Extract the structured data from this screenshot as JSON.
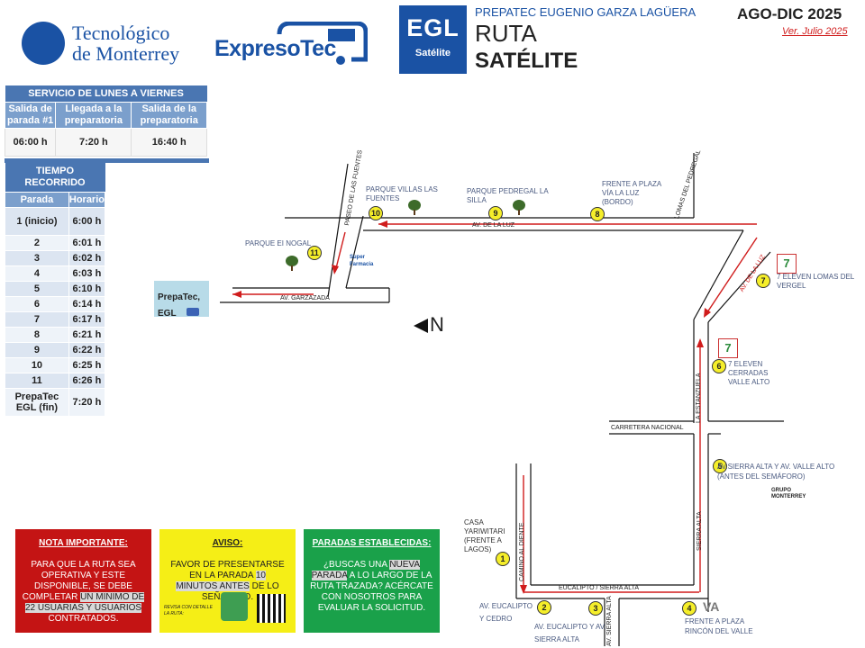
{
  "header": {
    "tec_logo_text": [
      "Tecnológico",
      "de Monterrey"
    ],
    "expreso_logo_text": "ExpresoTec",
    "egl_badge": "EGL",
    "egl_badge_sub": "Satélite",
    "campus": "PREPATEC EUGENIO GARZA LAGÜERA",
    "ruta_label": "RUTA",
    "route_name": "SATÉLITE",
    "period": "AGO-DIC 2025",
    "version": "Ver. Julio 2025"
  },
  "schedule": {
    "title": "SERVICIO DE LUNES A VIERNES",
    "columns": [
      "Salida de parada #1",
      "Llegada a la preparatoria",
      "Salida de la preparatoria"
    ],
    "values": [
      "06:00 h",
      "7:20 h",
      "16:40 h"
    ]
  },
  "times": {
    "title": "TIEMPO RECORRIDO",
    "col_stop": "Parada",
    "col_time": "Horario",
    "rows": [
      {
        "stop": "1 (inicio)",
        "time": "6:00 h"
      },
      {
        "stop": "2",
        "time": "6:01 h"
      },
      {
        "stop": "3",
        "time": "6:02 h"
      },
      {
        "stop": "4",
        "time": "6:03 h"
      },
      {
        "stop": "5",
        "time": "6:10 h"
      },
      {
        "stop": "6",
        "time": "6:14 h"
      },
      {
        "stop": "7",
        "time": "6:17 h"
      },
      {
        "stop": "8",
        "time": "6:21 h"
      },
      {
        "stop": "9",
        "time": "6:22 h"
      },
      {
        "stop": "10",
        "time": "6:25 h"
      },
      {
        "stop": "11",
        "time": "6:26 h"
      },
      {
        "stop": "PrepaTec EGL (fin)",
        "time": "7:20 h"
      }
    ]
  },
  "map": {
    "prepatec_label": "PrepaTec, EGL",
    "north": "N",
    "streets": {
      "paseo_fuentes": "PASEO DE LAS FUENTES",
      "lomas_pedregal": "LOMAS DEL PEDREGAL",
      "av_luz": "AV. DE LA LUZ",
      "av_garzazada": "AV. GARZAZADA",
      "av_la_luz_diag": "AV. DE LA LUZ",
      "la_estanzuela": "LA ESTANZUELA",
      "carretera_nacional": "CARRETERA NACIONAL",
      "sierra_alta": "SIERRA ALTA",
      "camino_diente": "CAMINO AL DIENTE",
      "eucalipto_sierra": "EUCALIPTO / SIERRA ALTA",
      "av_sierra_alta_v": "AV. SIERRA ALTA"
    },
    "stops": [
      {
        "num": "1",
        "label": "CASA YARIWITARI (FRENTE A LAGOS)"
      },
      {
        "num": "2",
        "label": "AV. EUCALIPTO Y CEDRO"
      },
      {
        "num": "3",
        "label": "AV. EUCALIPTO Y AV. SIERRA ALTA"
      },
      {
        "num": "4",
        "label": "FRENTE A PLAZA RINCÓN DEL VALLE"
      },
      {
        "num": "5",
        "label": "AV.SIERRA ALTA Y AV. VALLE ALTO (ANTES DEL SEMÁFORO)"
      },
      {
        "num": "6",
        "label": "7 ELEVEN CERRADAS VALLE ALTO"
      },
      {
        "num": "7",
        "label": "7 ELEVEN LOMAS DEL VERGEL"
      },
      {
        "num": "8",
        "label": "FRENTE A PLAZA VÍA LA LUZ (BORDO)"
      },
      {
        "num": "9",
        "label": "PARQUE PEDREGAL LA SILLA"
      },
      {
        "num": "10",
        "label": "PARQUE VILLAS LAS FUENTES"
      },
      {
        "num": "11",
        "label": "PARQUE EI NOGAL"
      }
    ],
    "store_labels": {
      "grupo": "GRUPO MONTERREY",
      "seven": "7",
      "super": "Super Farmacia",
      "va": "VA"
    }
  },
  "notes": {
    "important": {
      "title": "NOTA IMPORTANTE:",
      "text_before": "PARA QUE LA RUTA SEA OPERATIVA Y ESTE DISPONIBLE, SE DEBE COMPLETAR",
      "highlight": "UN MINIMO DE 22 USUARIAS Y USUARIOS",
      "text_after": "CONTRATADOS."
    },
    "aviso": {
      "title": "AVISO:",
      "text_before": "FAVOR DE PRESENTARSE EN LA PARADA",
      "highlight": "10 MINUTOS ANTES",
      "text_after": "DE LO SEÑALADO.",
      "small": "REVISA CON DETALLE LA RUTA:"
    },
    "paradas": {
      "title": "PARADAS ESTABLECIDAS:",
      "text_before": "¿BUSCAS UNA",
      "highlight": "NUEVA PARADA",
      "text_after": "A LO LARGO DE LA RUTA TRAZADA? ACÉRCATE CON NOSOTROS PARA EVALUAR LA SOLICITUD."
    }
  },
  "colors": {
    "brand_blue": "#1a52a4",
    "route_red": "#d01c1c",
    "stop_yellow": "#f5ee2a"
  }
}
